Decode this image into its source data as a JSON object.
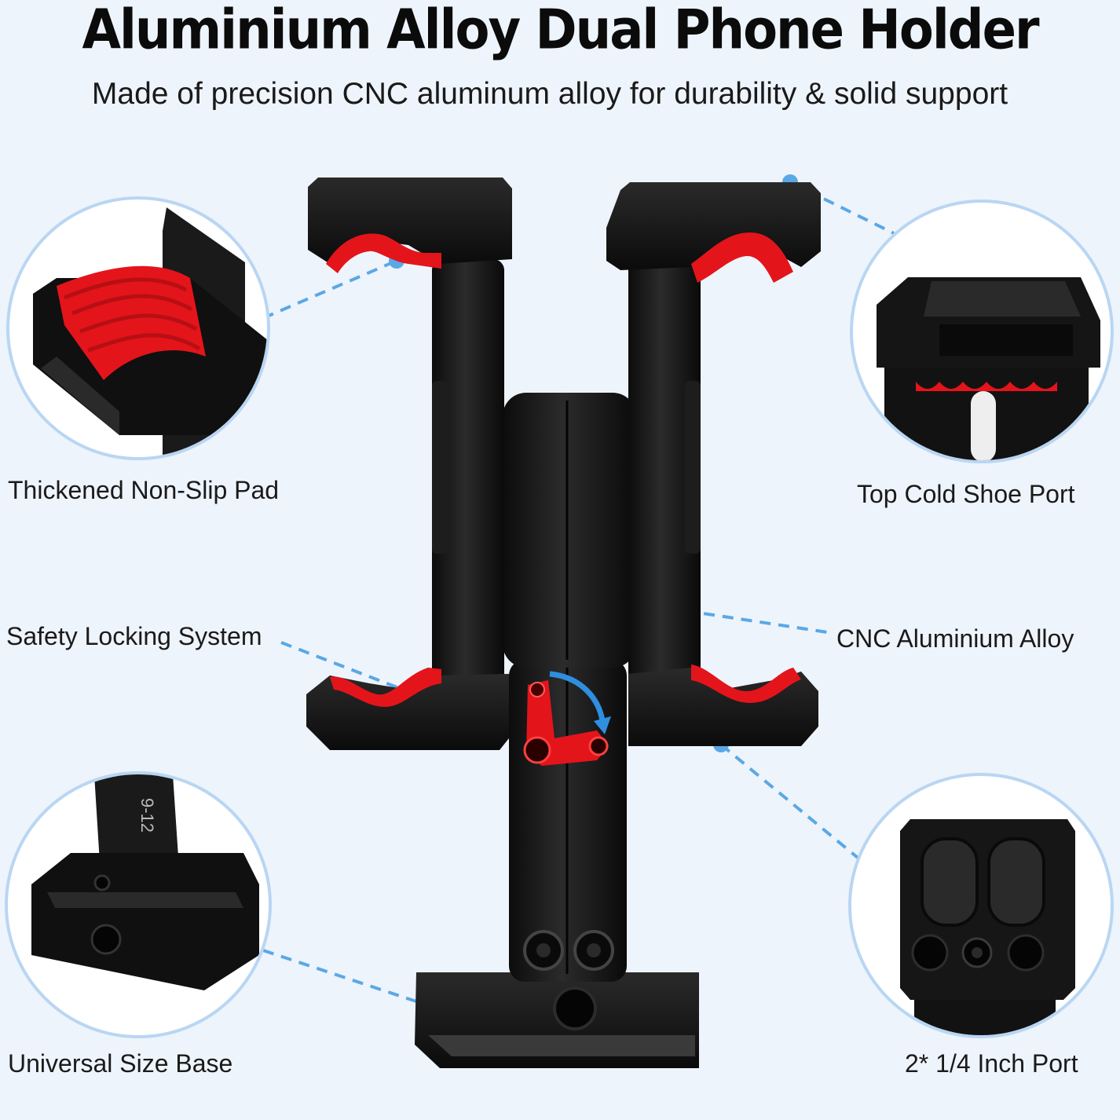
{
  "header": {
    "title": "Aluminium Alloy Dual Phone Holder",
    "subtitle": "Made of precision CNC aluminum alloy for durability & solid support"
  },
  "callouts": [
    {
      "label": "Thickened Non-Slip Pad",
      "icon": "pad-detail-image"
    },
    {
      "label": "Top Cold Shoe Port",
      "icon": "cold-shoe-detail-image"
    },
    {
      "label": "Safety Locking System",
      "icon": "lock-lever"
    },
    {
      "label": "CNC Aluminium Alloy",
      "icon": "alloy-body"
    },
    {
      "label": "Universal Size Base",
      "icon": "base-detail-image"
    },
    {
      "label": "2* 1/4 Inch Port",
      "icon": "port-detail-image"
    }
  ],
  "colors": {
    "background": "#eef4fb",
    "accent_red": "#e4141b",
    "metal_black": "#151515",
    "callout_blue": "#5aa8e6",
    "circle_ring": "#b9d6f3"
  }
}
